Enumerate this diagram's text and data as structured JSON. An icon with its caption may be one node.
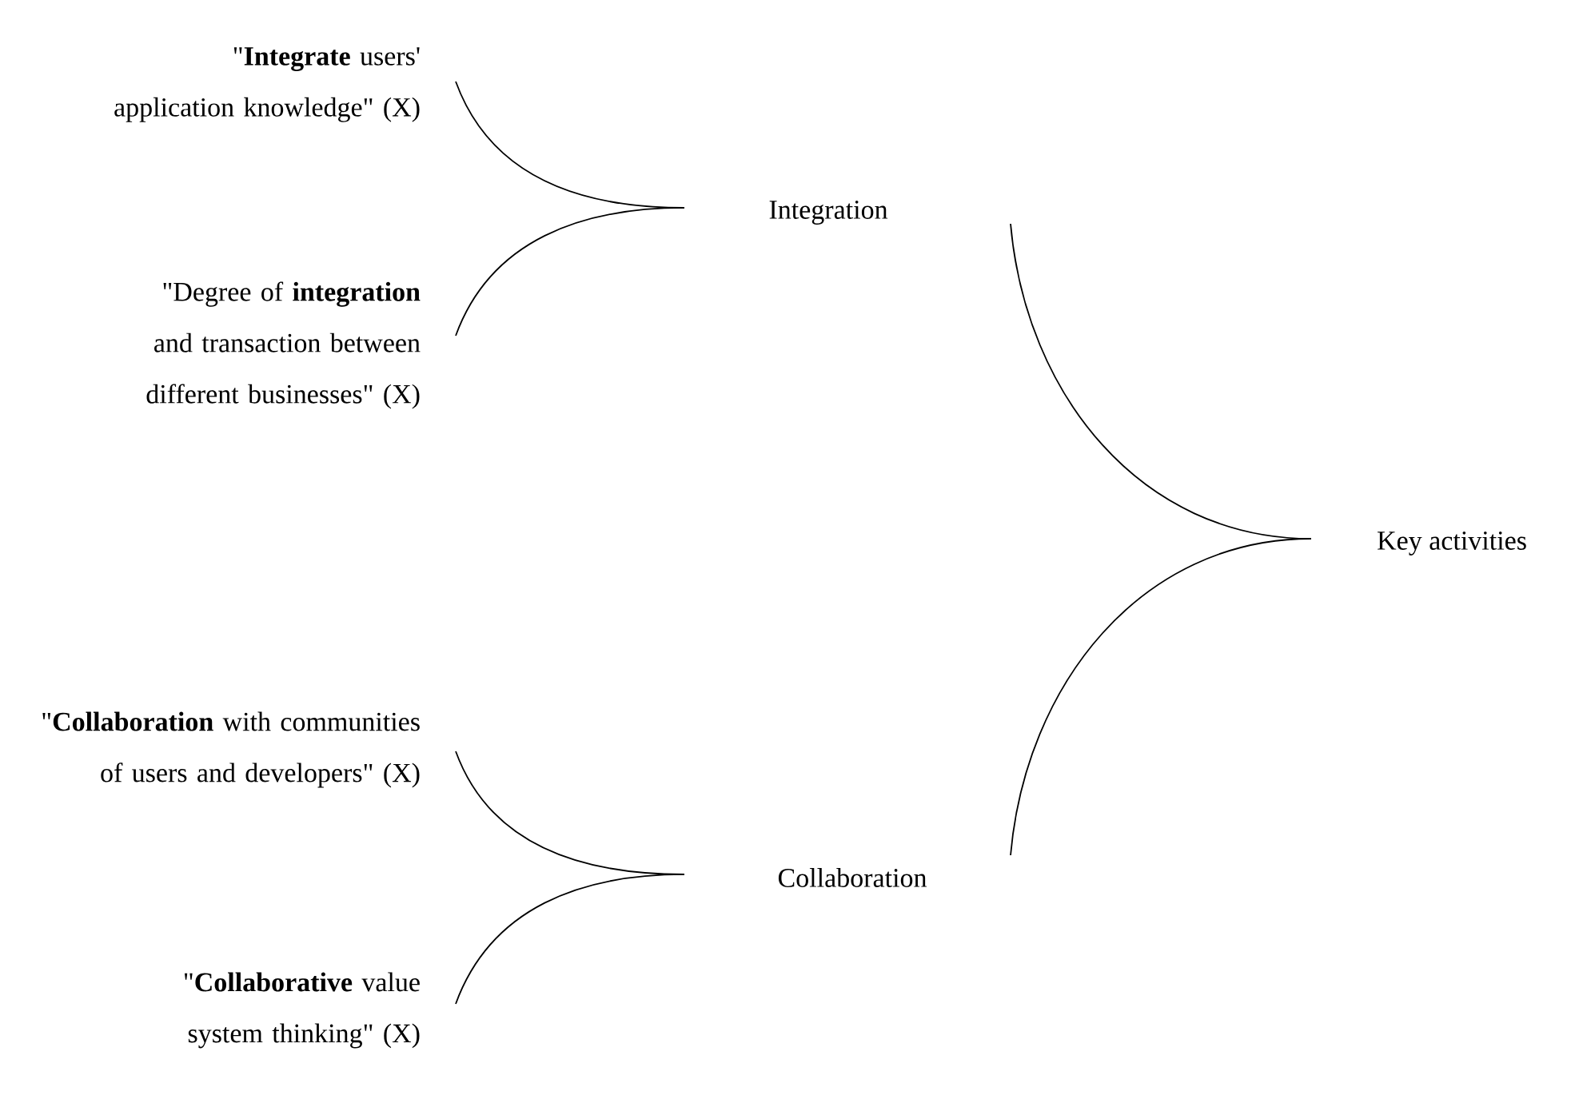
{
  "diagram": {
    "nodes": [
      {
        "text": [
          "\"**Integrate** users' application knowledge\" (X)"
        ]
      },
      {
        "text": [
          "\"Degree of **integration** and transaction between different businesses\" (X)"
        ]
      },
      {
        "text": [
          "Integration"
        ]
      },
      {
        "text": [
          "\"**Collaboration** with communities of users and developers\" (X)"
        ]
      },
      {
        "text": [
          "\"**Collaborative** value system thinking\" (X)"
        ]
      },
      {
        "text": [
          "Collaboration"
        ]
      },
      {
        "text": [
          "Key activities"
        ]
      }
    ],
    "edges": [
      {
        "from": 0,
        "to": 2,
        "arrow": "none"
      },
      {
        "from": 1,
        "to": 2,
        "arrow": "none"
      },
      {
        "from": 3,
        "to": 5,
        "arrow": "none"
      },
      {
        "from": 4,
        "to": 5,
        "arrow": "none"
      },
      {
        "from": 2,
        "to": 6,
        "arrow": "none"
      },
      {
        "from": 5,
        "to": 6,
        "arrow": "none"
      }
    ]
  }
}
